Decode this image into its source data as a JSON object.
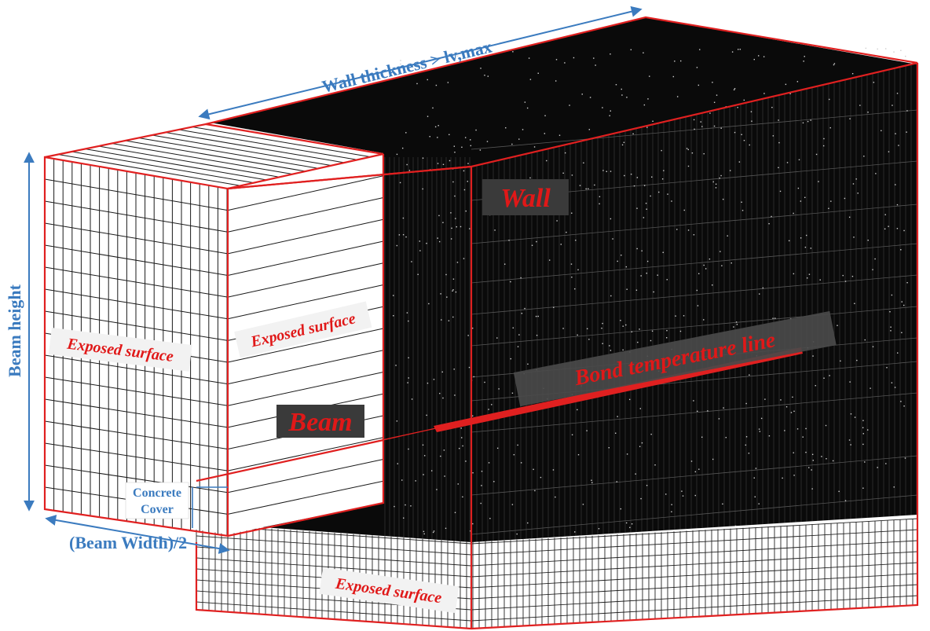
{
  "labels": {
    "wall_thickness": "Wall thickness > lv,max",
    "beam_height": "Beam height",
    "beam_width": "(Beam Width)/2",
    "concrete_cover_line1": "Concrete",
    "concrete_cover_line2": "Cover",
    "wall": "Wall",
    "beam": "Beam",
    "exposed_surface_side": "Exposed surface",
    "exposed_surface_beam_face": "Exposed surface",
    "exposed_surface_bottom": "Exposed surface",
    "bond_temperature_line": "Bond temperature line"
  },
  "colors": {
    "outline": "#e02020",
    "mesh": "#111111",
    "dimension": "#3b7bbf",
    "label_red": "#e01818",
    "label_box_dark": "#3a3a3a",
    "label_box_light": "#f2f2f2"
  }
}
